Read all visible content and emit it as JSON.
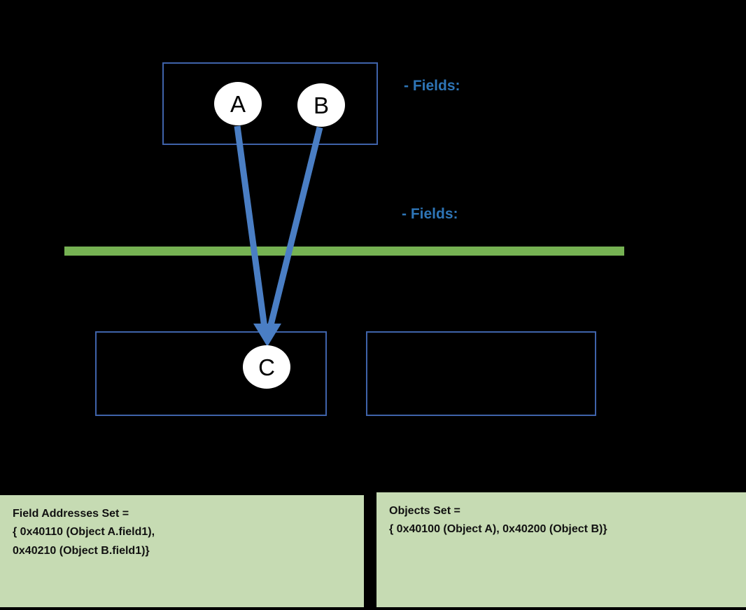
{
  "diagram": {
    "background_color": "#000000",
    "accent_blue": "#3f63aa",
    "label_blue": "#2e75b6",
    "separator_green": "#76b253",
    "panel_green": "#c6dbb3",
    "regions": [
      {
        "id": "top",
        "name": "top-object-region"
      },
      {
        "id": "left",
        "name": "bottom-left-object-region"
      },
      {
        "id": "right",
        "name": "bottom-right-object-region"
      }
    ],
    "nodes": [
      {
        "id": "a",
        "label": "A"
      },
      {
        "id": "b",
        "label": "B"
      },
      {
        "id": "c",
        "label": "C"
      }
    ],
    "field_labels": [
      {
        "id": "top",
        "text": "- Fields:"
      },
      {
        "id": "bottom",
        "text": "- Fields:"
      }
    ],
    "arrows": [
      {
        "from": "A",
        "to": "C"
      },
      {
        "from": "B",
        "to": "C"
      }
    ]
  },
  "captions": {
    "field_addresses": {
      "title": "Field Addresses Set =",
      "line2": "{ 0x40110 (Object A.field1),",
      "line3": "0x40210 (Object B.field1)}"
    },
    "objects": {
      "title": "Objects Set =",
      "line2": "{ 0x40100 (Object A), 0x40200 (Object B)}"
    }
  }
}
